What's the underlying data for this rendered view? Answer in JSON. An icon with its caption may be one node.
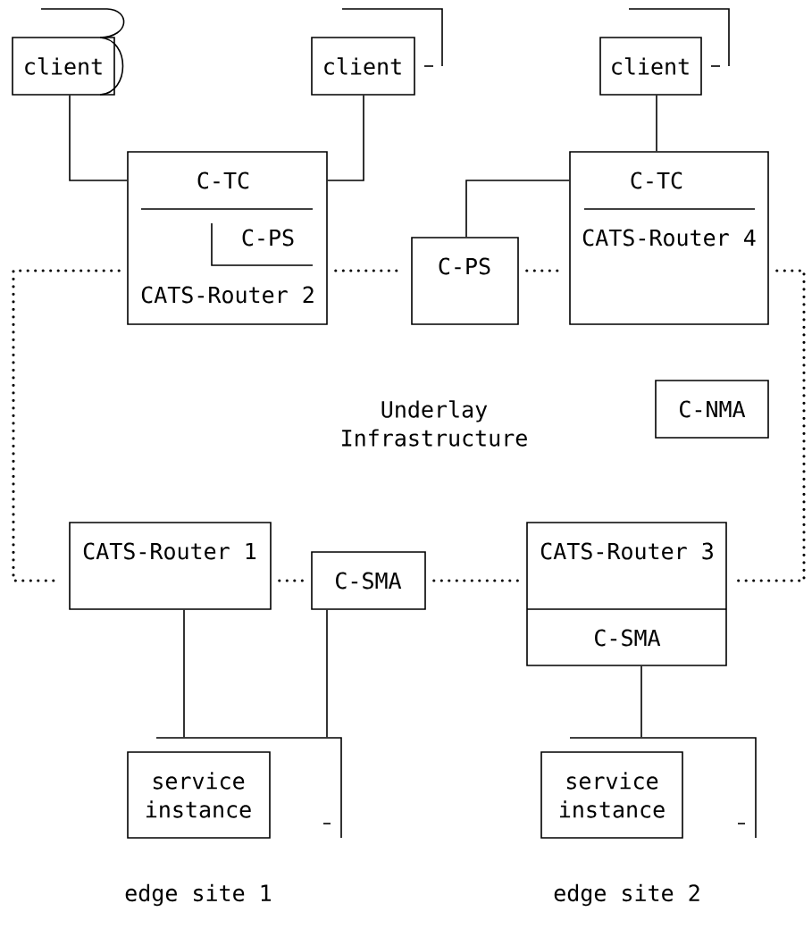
{
  "diagram": {
    "nodes": [
      {
        "text": [
          "client"
        ]
      },
      {
        "text": [
          "client"
        ]
      },
      {
        "text": [
          "client"
        ]
      },
      {
        "text": [
          "C-TC",
          "C-PS",
          "CATS-Router 2"
        ]
      },
      {
        "text": [
          "C-PS"
        ]
      },
      {
        "text": [
          "C-TC",
          "CATS-Router 4"
        ]
      },
      {
        "text": [
          "C-NMA"
        ]
      },
      {
        "text": [
          "CATS-Router 1"
        ]
      },
      {
        "text": [
          "C-SMA"
        ]
      },
      {
        "text": [
          "CATS-Router 3",
          "C-SMA"
        ]
      },
      {
        "text": [
          "service instance"
        ]
      },
      {
        "text": [
          "service instance"
        ]
      }
    ],
    "edges": [
      {
        "from": 0,
        "to": 3,
        "arrow": "none"
      },
      {
        "from": 1,
        "to": 3,
        "arrow": "none"
      },
      {
        "from": 2,
        "to": 5,
        "arrow": "none"
      },
      {
        "from": 4,
        "to": 5,
        "arrow": "none"
      },
      {
        "from": 7,
        "to": 10,
        "arrow": "none"
      },
      {
        "from": 8,
        "to": 10,
        "arrow": "none"
      },
      {
        "from": 9,
        "to": 11,
        "arrow": "none"
      },
      {
        "from": 3,
        "to": 4,
        "arrow": "none",
        "style": "dashed"
      },
      {
        "from": 4,
        "to": 5,
        "arrow": "none",
        "style": "dashed"
      },
      {
        "from": 3,
        "to": 7,
        "arrow": "none",
        "style": "dashed"
      },
      {
        "from": 5,
        "to": 9,
        "arrow": "none",
        "style": "dashed"
      },
      {
        "from": 7,
        "to": 8,
        "arrow": "none",
        "style": "dashed"
      },
      {
        "from": 8,
        "to": 9,
        "arrow": "none",
        "style": "dashed"
      }
    ],
    "labels": [
      "Underlay Infrastructure",
      "edge site 1",
      "edge site 2"
    ]
  }
}
